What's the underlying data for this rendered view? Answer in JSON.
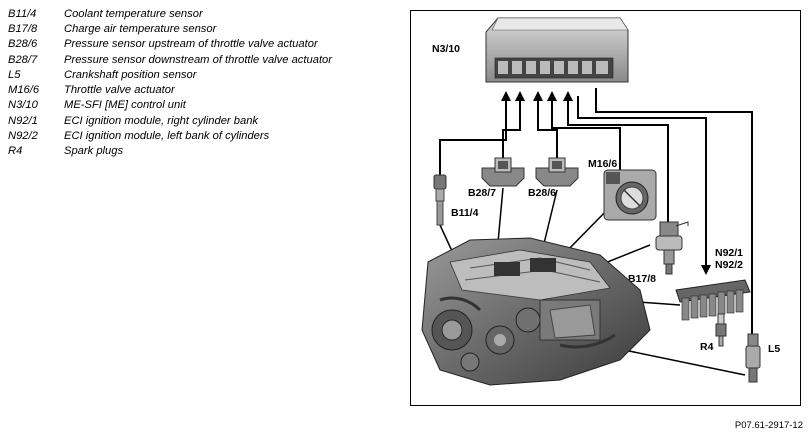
{
  "legend": [
    {
      "code": "B11/4",
      "description": "Coolant temperature sensor"
    },
    {
      "code": "B17/8",
      "description": "Charge air temperature sensor"
    },
    {
      "code": "B28/6",
      "description": "Pressure sensor upstream of throttle valve actuator"
    },
    {
      "code": "B28/7",
      "description": "Pressure sensor downstream of throttle valve actuator"
    },
    {
      "code": "L5",
      "description": "Crankshaft position sensor"
    },
    {
      "code": "M16/6",
      "description": "Throttle valve actuator"
    },
    {
      "code": "N3/10",
      "description": "ME-SFI [ME] control unit"
    },
    {
      "code": "N92/1",
      "description": "ECI ignition module, right cylinder bank"
    },
    {
      "code": "N92/2",
      "description": "ECI ignition module, left bank of cylinders"
    },
    {
      "code": "R4",
      "description": "Spark plugs"
    }
  ],
  "diagram": {
    "labels": {
      "n3_10": "N3/10",
      "b28_7": "B28/7",
      "b28_6": "B28/6",
      "m16_6": "M16/6",
      "b11_4": "B11/4",
      "b17_8": "B17/8",
      "n92_1": "N92/1",
      "n92_2": "N92/2",
      "r4": "R4",
      "l5": "L5"
    }
  },
  "footer": {
    "code": "P07.61-2917-12"
  }
}
